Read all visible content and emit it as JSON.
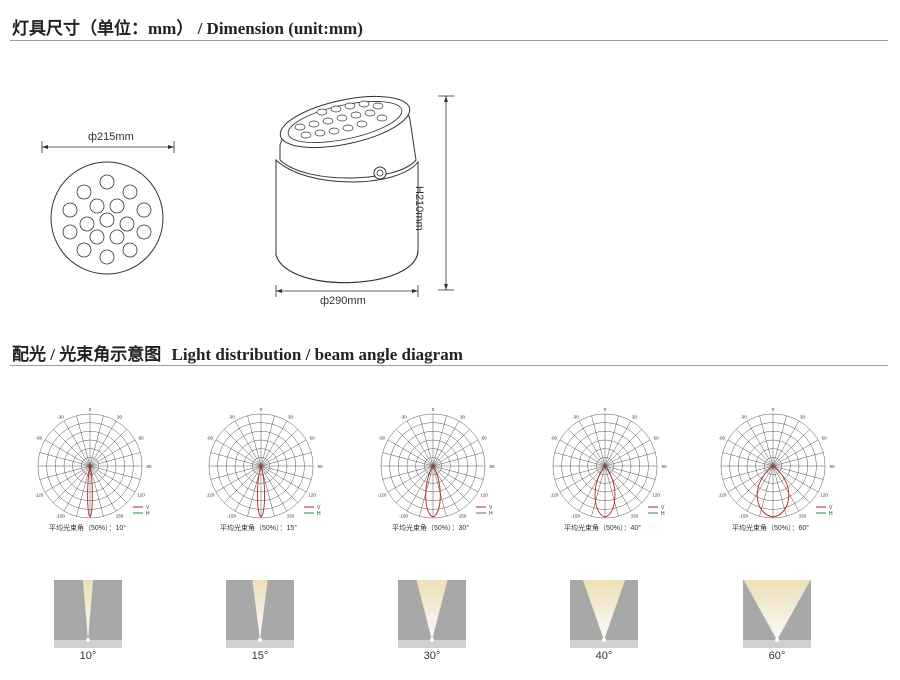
{
  "dimension_section": {
    "title_cn": "灯具尺寸（单位：mm）",
    "title_en": "/ Dimension (unit:mm)",
    "top_view_diameter_label": "ф215mm",
    "side_view_width_label": "ф290mm",
    "side_view_height_label": "H210mm"
  },
  "light_section": {
    "title_cn": "配光 / 光束角示意图",
    "title_en": "Light distribution / beam angle diagram"
  },
  "polar_tick_labels": [
    "-150",
    "-/+180",
    "150",
    "-120",
    "120",
    "-90",
    "90",
    "-60",
    "60",
    "-30",
    "0",
    "30"
  ],
  "polar_legend": {
    "v": "V",
    "h": "H"
  },
  "colors": {
    "curve": "#b3261e",
    "legend_v": "#b3261e",
    "legend_h": "#2e8b3a",
    "beam": "#f5e6b8",
    "beam_bg": "#a8a8a8"
  },
  "beam_diagrams": [
    {
      "angle": 10,
      "caption": "平均光束角（50%）：10°",
      "label": "10°"
    },
    {
      "angle": 15,
      "caption": "平均光束角（50%）：15°",
      "label": "15°"
    },
    {
      "angle": 30,
      "caption": "平均光束角（50%）：30°",
      "label": "30°"
    },
    {
      "angle": 40,
      "caption": "平均光束角（50%）：40°",
      "label": "40°"
    },
    {
      "angle": 60,
      "caption": "平均光束角（50%）：60°",
      "label": "60°"
    }
  ]
}
